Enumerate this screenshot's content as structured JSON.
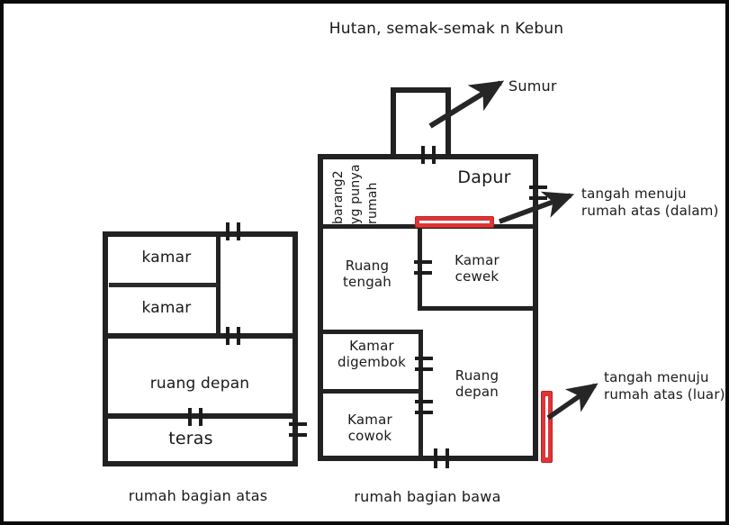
{
  "diagram": {
    "title": "Hutan, semak-semak n Kebun",
    "border_color": "#0a0a0a",
    "wall_color": "#222222",
    "accent_color": "#e03434",
    "background": "#ffffff"
  },
  "annotations": {
    "sumur": "Sumur",
    "tangah_dalam": "tangah menuju\nrumah atas (dalam)",
    "tangah_luar": "tangah menuju\nrumah atas (luar)"
  },
  "upper_house": {
    "caption": "rumah bagian atas",
    "rooms": [
      {
        "label": "kamar"
      },
      {
        "label": "kamar"
      },
      {
        "label": "ruang depan"
      },
      {
        "label": "teras"
      }
    ]
  },
  "lower_house": {
    "caption": "rumah bagian bawa",
    "rooms": [
      {
        "label": "barang2\nyg punya\nrumah"
      },
      {
        "label": "Dapur"
      },
      {
        "label": "Ruang\ntengah"
      },
      {
        "label": "Kamar\ncewek"
      },
      {
        "label": "Kamar\ndigembok"
      },
      {
        "label": "Kamar\ncowok"
      },
      {
        "label": "Ruang\ndepan"
      }
    ]
  }
}
